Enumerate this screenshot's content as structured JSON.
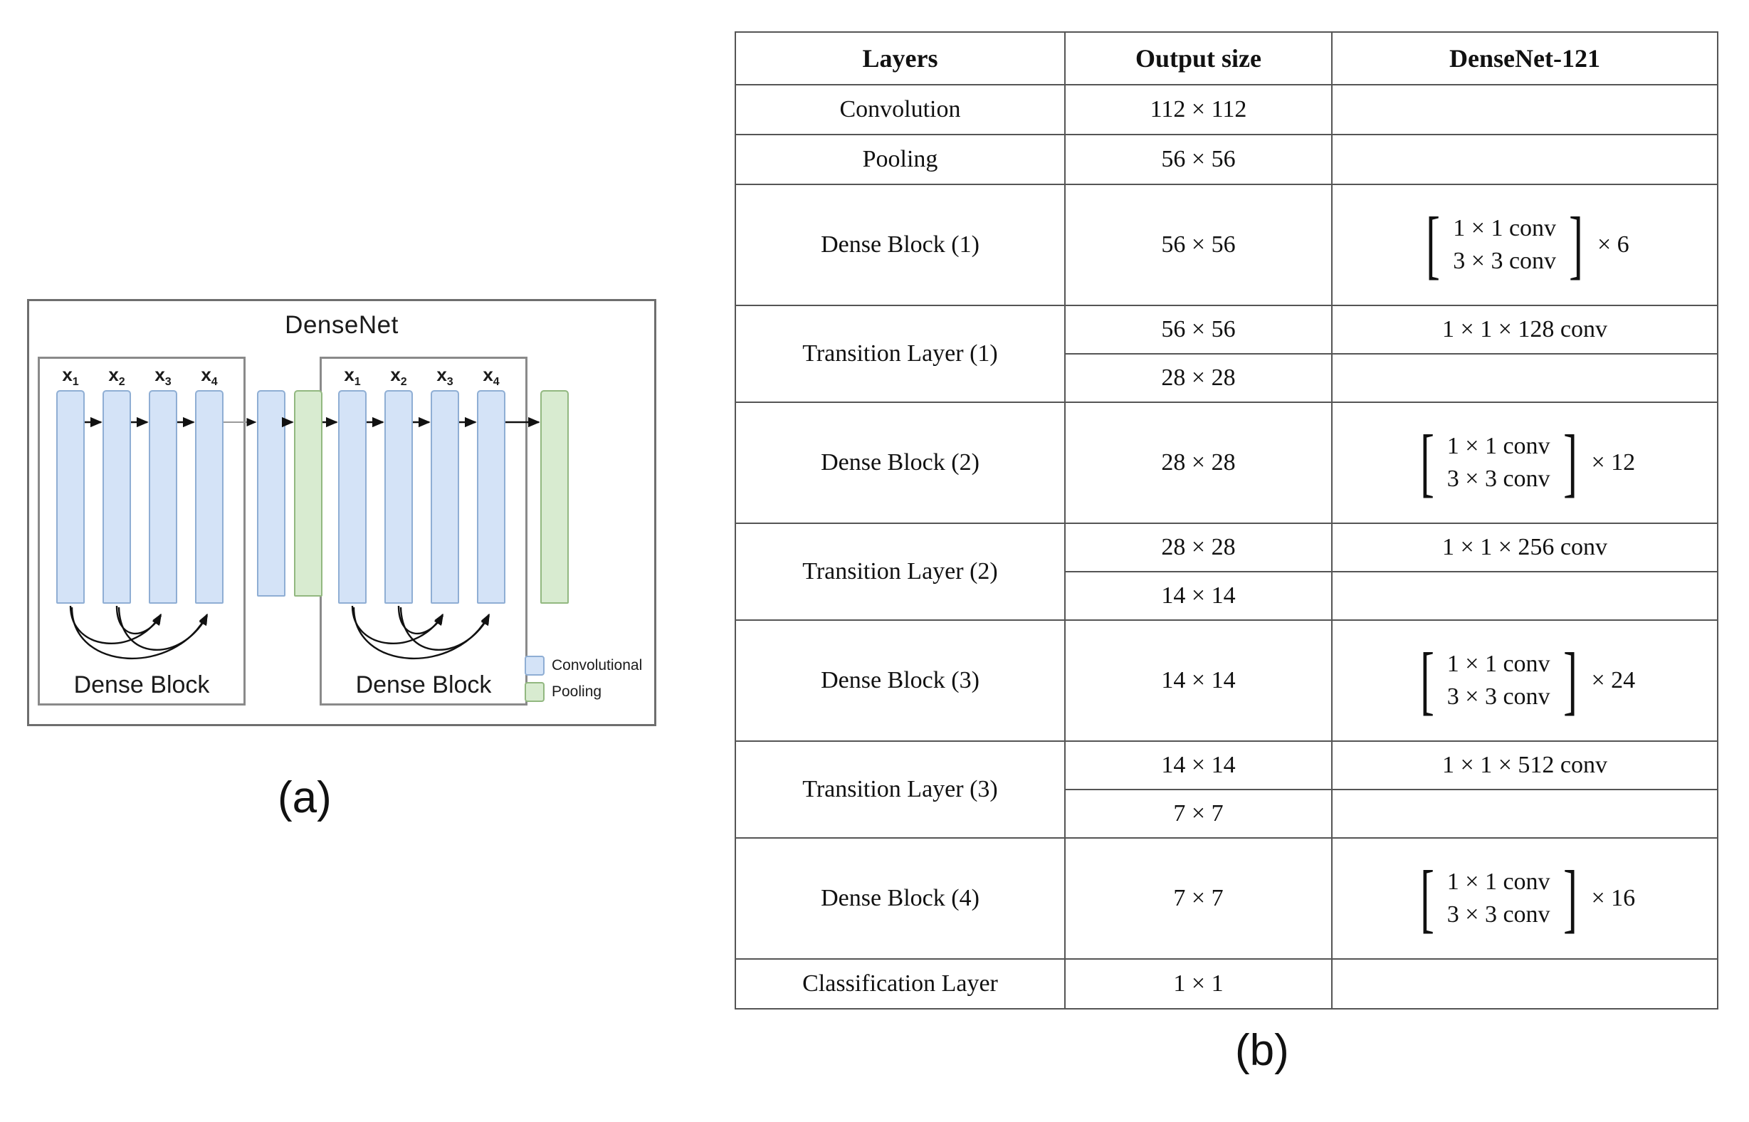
{
  "figure": {
    "subfigure_a_label": "(a)",
    "subfigure_b_label": "(b)"
  },
  "diagram": {
    "title": "DenseNet",
    "block_caption": "Dense Block",
    "bar_labels": [
      "x",
      "x",
      "x",
      "x"
    ],
    "bar_subscripts": [
      "1",
      "2",
      "3",
      "4"
    ],
    "legend": [
      {
        "label": "Convolutional",
        "color": "#d4e3f7",
        "border": "#8faed4",
        "icon": "square-swatch-icon"
      },
      {
        "label": "Pooling",
        "color": "#d8ebd0",
        "border": "#92b880",
        "icon": "square-swatch-icon"
      }
    ],
    "blocks": [
      {
        "caption": "Dense Block",
        "layers": [
          "x1",
          "x2",
          "x3",
          "x4"
        ]
      },
      {
        "caption": "Dense Block",
        "layers": [
          "x1",
          "x2",
          "x3",
          "x4"
        ]
      }
    ],
    "transition_bars": [
      {
        "type": "Convolutional"
      },
      {
        "type": "Pooling"
      }
    ],
    "final_bar": {
      "type": "Pooling"
    }
  },
  "table": {
    "headers": [
      "Layers",
      "Output size",
      "DenseNet-121"
    ],
    "rows": [
      {
        "layers": "Convolution",
        "output": "112 × 112",
        "arch": ""
      },
      {
        "layers": "Pooling",
        "output": "56 × 56",
        "arch": ""
      },
      {
        "layers": "Dense Block (1)",
        "output": "56 × 56",
        "arch_top": "1 × 1 conv",
        "arch_bottom": "3 × 3 conv",
        "arch_mult": "× 6"
      },
      {
        "layers": "Transition Layer (1)",
        "output_top": "56 × 56",
        "output_bottom": "28 × 28",
        "arch_top": "1 × 1 × 128 conv",
        "arch_bottom": ""
      },
      {
        "layers": "Dense Block (2)",
        "output": "28 × 28",
        "arch_top": "1 × 1 conv",
        "arch_bottom": "3 × 3 conv",
        "arch_mult": "× 12"
      },
      {
        "layers": "Transition Layer (2)",
        "output_top": "28 × 28",
        "output_bottom": "14 × 14",
        "arch_top": "1 × 1 × 256 conv",
        "arch_bottom": ""
      },
      {
        "layers": "Dense Block (3)",
        "output": "14 × 14",
        "arch_top": "1 × 1 conv",
        "arch_bottom": "3 × 3 conv",
        "arch_mult": "× 24"
      },
      {
        "layers": "Transition Layer (3)",
        "output_top": "14 × 14",
        "output_bottom": "7 × 7",
        "arch_top": "1 × 1 × 512 conv",
        "arch_bottom": ""
      },
      {
        "layers": "Dense Block (4)",
        "output": "7 × 7",
        "arch_top": "1 × 1 conv",
        "arch_bottom": "3 × 3 conv",
        "arch_mult": "× 16"
      },
      {
        "layers": "Classification Layer",
        "output": "1 × 1",
        "arch": ""
      }
    ]
  }
}
